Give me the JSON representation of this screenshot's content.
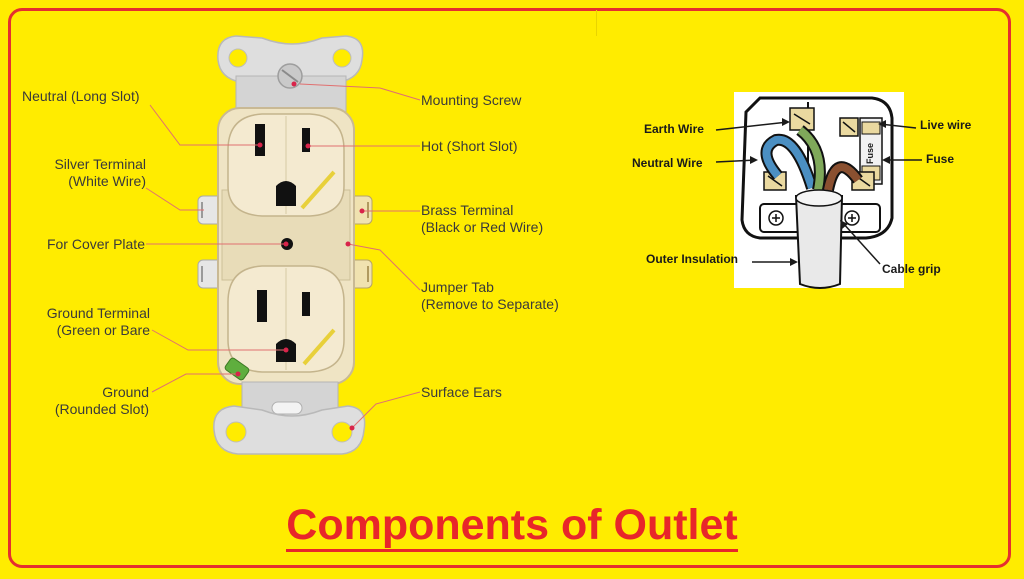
{
  "title": "Components of Outlet",
  "outlet_labels": {
    "neutral_long_slot": "Neutral (Long Slot)",
    "silver_terminal": [
      "Silver Terminal",
      "(White Wire)"
    ],
    "for_cover_plate": "For Cover Plate",
    "ground_terminal": [
      "Ground Terminal",
      "(Green or Bare"
    ],
    "ground_rounded": [
      "Ground",
      "(Rounded Slot)"
    ],
    "mounting_screw": "Mounting Screw",
    "hot_short_slot": "Hot (Short Slot)",
    "brass_terminal": [
      "Brass Terminal",
      "(Black or Red Wire)"
    ],
    "jumper_tab": [
      "Jumper Tab",
      "(Remove to Separate)"
    ],
    "surface_ears": "Surface Ears"
  },
  "plug_labels": {
    "earth_wire": "Earth Wire",
    "neutral_wire": "Neutral Wire",
    "live_wire": "Live wire",
    "fuse": "Fuse",
    "fuse_body": "Fuse",
    "outer_insulation": "Outer Insulation",
    "cable_grip": "Cable grip"
  },
  "colors": {
    "background": "#ffec00",
    "frame": "#e52f2f",
    "title": "#e8262a",
    "outlet_body": "#efe4c4",
    "metal": "#dcdcdc",
    "leader": "#e07070",
    "earth_wire": "#7fa85a",
    "neutral_wire": "#4b8fc2",
    "live_wire": "#8a5030"
  }
}
